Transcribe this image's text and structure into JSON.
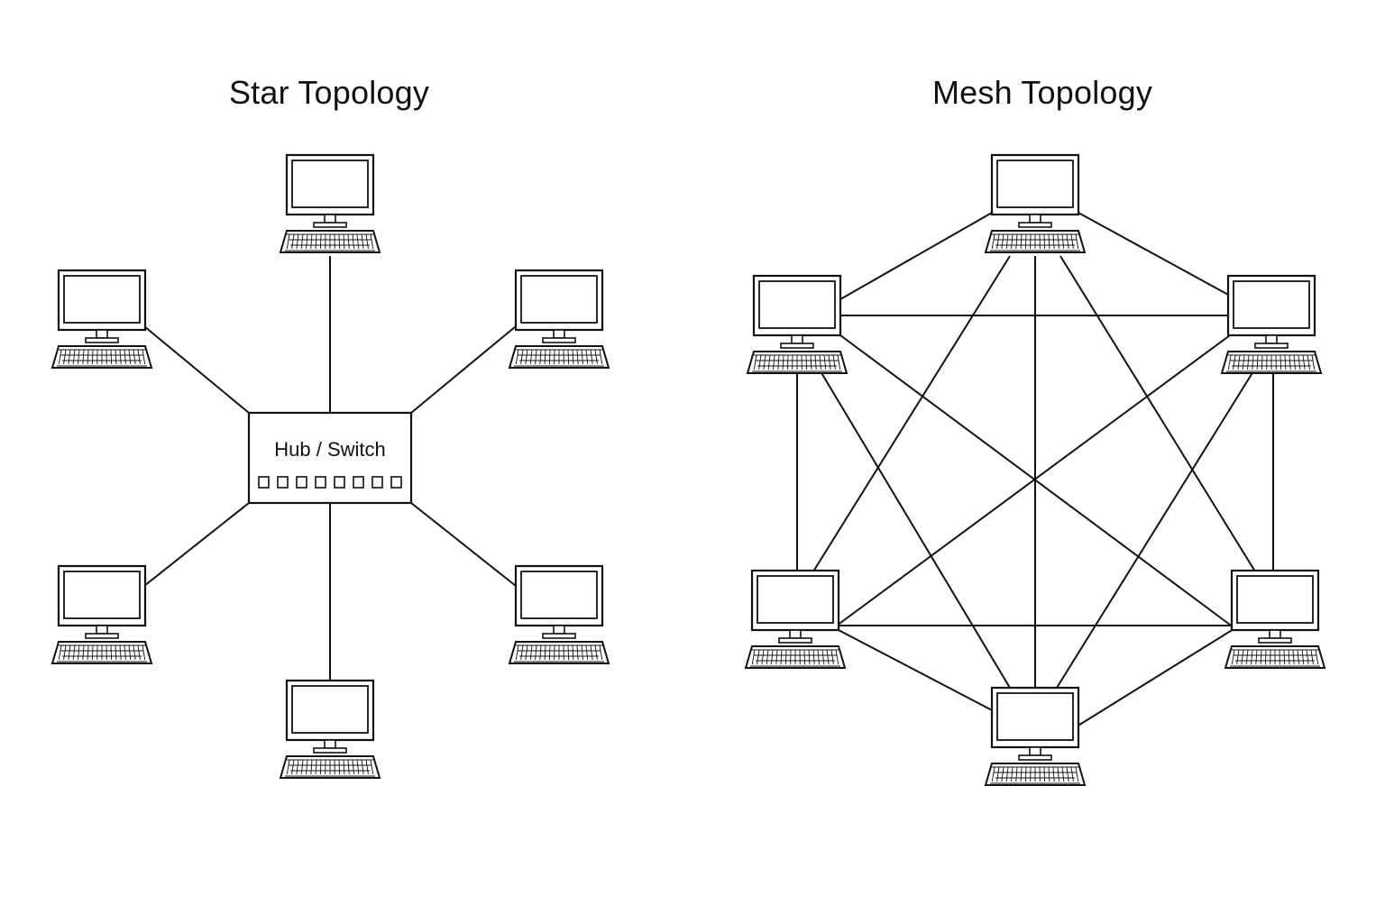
{
  "diagrams": [
    {
      "title": "Star Topology",
      "type": "star",
      "hub_label": "Hub / Switch",
      "hub_port_count": 8,
      "computer_count": 6,
      "connections": "each computer to hub"
    },
    {
      "title": "Mesh Topology",
      "type": "mesh",
      "computer_count": 6,
      "connections": "each computer to every other computer"
    }
  ],
  "icons": {
    "node": "desktop-computer-icon",
    "hub": "hub-switch-icon"
  },
  "colors": {
    "line": "#111111",
    "background": "#ffffff"
  }
}
